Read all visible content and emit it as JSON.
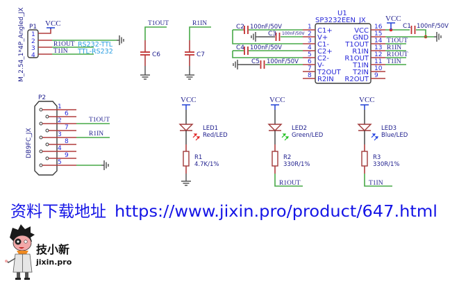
{
  "header_p1": {
    "ref": "P1",
    "footprint": "M_2.54_1*4P_Angled_JX",
    "pins": [
      "1",
      "2",
      "3",
      "4"
    ],
    "power": "VCC",
    "net_pin3": "R1OUT",
    "net_pin4": "T1IN",
    "note_pin3": "RS232-TTL",
    "note_pin4": "TTL-RS232"
  },
  "test_caps": [
    {
      "ref": "C6",
      "net": "T1OUT"
    },
    {
      "ref": "C7",
      "net": "R1IN"
    }
  ],
  "u1": {
    "ref": "U1",
    "part": "SP3232EEN_JX",
    "left_pins": [
      {
        "num": "1",
        "name": "C1+"
      },
      {
        "num": "2",
        "name": "V+"
      },
      {
        "num": "3",
        "name": "C1-"
      },
      {
        "num": "4",
        "name": "C2+"
      },
      {
        "num": "5",
        "name": "C2-"
      },
      {
        "num": "6",
        "name": "V-"
      },
      {
        "num": "7",
        "name": "T2OUT"
      },
      {
        "num": "8",
        "name": "R2IN"
      }
    ],
    "right_pins": [
      {
        "num": "16",
        "name": "VCC"
      },
      {
        "num": "15",
        "name": "GND"
      },
      {
        "num": "14",
        "name": "T1OUT"
      },
      {
        "num": "13",
        "name": "R1IN"
      },
      {
        "num": "12",
        "name": "R1OUT"
      },
      {
        "num": "11",
        "name": "T1IN"
      },
      {
        "num": "10",
        "name": "T2IN"
      },
      {
        "num": "9",
        "name": "R2OUT"
      }
    ],
    "right_nets": [
      "T1OUT",
      "R1IN",
      "R1OUT",
      "T1IN"
    ],
    "power": "VCC"
  },
  "pump_caps": [
    {
      "ref": "C2",
      "value": "100nF/50V"
    },
    {
      "ref": "C3",
      "value": "100nF/50V"
    },
    {
      "ref": "C4",
      "value": "100nF/50V"
    },
    {
      "ref": "C5",
      "value": "100nF/50V"
    }
  ],
  "decoupling_cap": {
    "ref": "C1",
    "value": "100nF/50V"
  },
  "db9": {
    "ref": "P2",
    "footprint": "DB9FC_JX",
    "pins": [
      "1",
      "6",
      "2",
      "7",
      "3",
      "8",
      "4",
      "9",
      "5"
    ],
    "net_pin2": "T1OUT",
    "net_pin3": "R1IN"
  },
  "leds": [
    {
      "power": "VCC",
      "ref": "LED1",
      "value": "Red/LED",
      "arrow_color": "#e02020",
      "res_ref": "R1",
      "res_value": "4.7K/1%",
      "net": ""
    },
    {
      "power": "VCC",
      "ref": "LED2",
      "value": "Green/LED",
      "arrow_color": "#20c020",
      "res_ref": "R2",
      "res_value": "330R/1%",
      "net": "R1OUT"
    },
    {
      "power": "VCC",
      "ref": "LED3",
      "value": "Blue/LED",
      "arrow_color": "#2040e0",
      "res_ref": "R3",
      "res_value": "330R/1%",
      "net": "T1IN"
    }
  ],
  "footer": {
    "label": "资料下载地址",
    "url": "https://www.jixin.pro/product/647.html"
  },
  "logo": {
    "name": "技小新",
    "domain": "jixin.pro"
  },
  "colors": {
    "pin": "#b03c3c",
    "wire": "#47a847",
    "text": "#1c1c8c",
    "link": "#1414e6"
  }
}
